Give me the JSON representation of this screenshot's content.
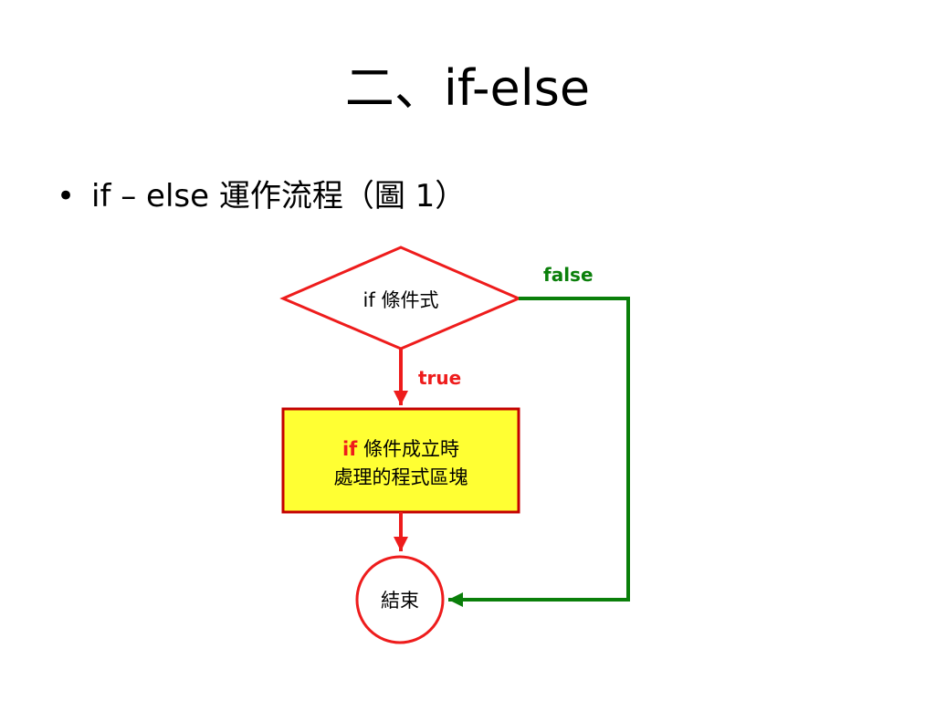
{
  "slide": {
    "title": "二、if-else",
    "bullet_marker": "•",
    "bullet_text": "if – else 運作流程（圖 1）"
  },
  "diagram": {
    "decision": {
      "keyword": "if",
      "label": "條件式"
    },
    "process": {
      "keyword": "if",
      "line1": "條件成立時",
      "line2": "處理的程式區塊"
    },
    "terminal": {
      "label": "結束"
    },
    "edges": {
      "true_label": "true",
      "false_label": "false"
    }
  },
  "colors": {
    "red": "#ee1c1c",
    "green": "#0a7f0a",
    "process_fill": "#ffff33",
    "process_stroke": "#c40000"
  }
}
